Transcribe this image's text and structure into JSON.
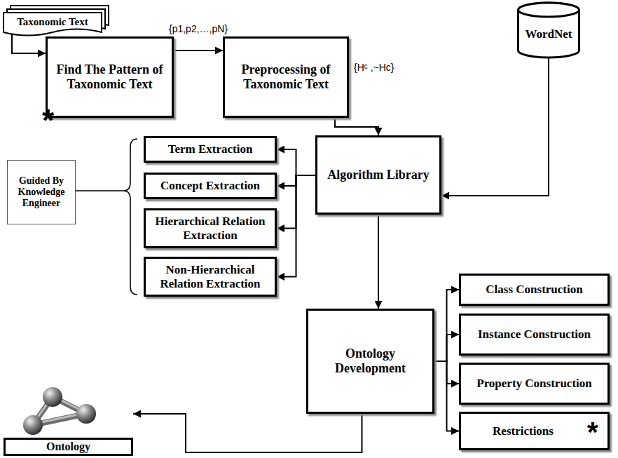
{
  "diagram": {
    "nodes": [
      {
        "text": [
          "Taxonomic Text"
        ]
      },
      {
        "text": [
          "Find The Pattern of Taxonomic Text"
        ]
      },
      {
        "text": [
          "Preprocessing of Taxonomic Text"
        ]
      },
      {
        "text": [
          "WordNet"
        ]
      },
      {
        "text": [
          "Term Extraction"
        ]
      },
      {
        "text": [
          "Algorithm Library"
        ]
      },
      {
        "text": [
          "Concept Extraction"
        ]
      },
      {
        "text": [
          "Guided By Knowledge Engineer"
        ]
      },
      {
        "text": [
          "Hierarchical Relation Extraction"
        ]
      },
      {
        "text": [
          "Non-Hierarchical Relation Extraction"
        ]
      },
      {
        "text": [
          "Class Construction"
        ]
      },
      {
        "text": [
          "Ontology Development"
        ]
      },
      {
        "text": [
          "Instance Construction"
        ]
      },
      {
        "text": [
          "Property Construction"
        ]
      },
      {
        "text": [
          "Restrictions"
        ]
      },
      {
        "text": [
          "Ontology"
        ]
      }
    ],
    "edges": [
      {
        "from": 0,
        "to": 1,
        "arrow": "to"
      },
      {
        "from": 1,
        "to": 2,
        "arrow": "to",
        "label": "{p1,p2,…,pN}"
      },
      {
        "from": 2,
        "to": 5,
        "arrow": "to",
        "label": "{Hᶜ ,~Hc}"
      },
      {
        "from": 3,
        "to": 5,
        "arrow": "to"
      },
      {
        "from": 5,
        "to": 4,
        "arrow": "to"
      },
      {
        "from": 5,
        "to": 6,
        "arrow": "to"
      },
      {
        "from": 5,
        "to": 8,
        "arrow": "to"
      },
      {
        "from": 5,
        "to": 9,
        "arrow": "to"
      },
      {
        "from": 5,
        "to": 11,
        "arrow": "to"
      },
      {
        "from": 11,
        "to": 10,
        "arrow": "to"
      },
      {
        "from": 11,
        "to": 12,
        "arrow": "to"
      },
      {
        "from": 11,
        "to": 13,
        "arrow": "to"
      },
      {
        "from": 11,
        "to": 14,
        "arrow": "to"
      },
      {
        "from": 11,
        "to": 15,
        "arrow": "to"
      }
    ],
    "labels": [
      "*",
      "*"
    ]
  }
}
